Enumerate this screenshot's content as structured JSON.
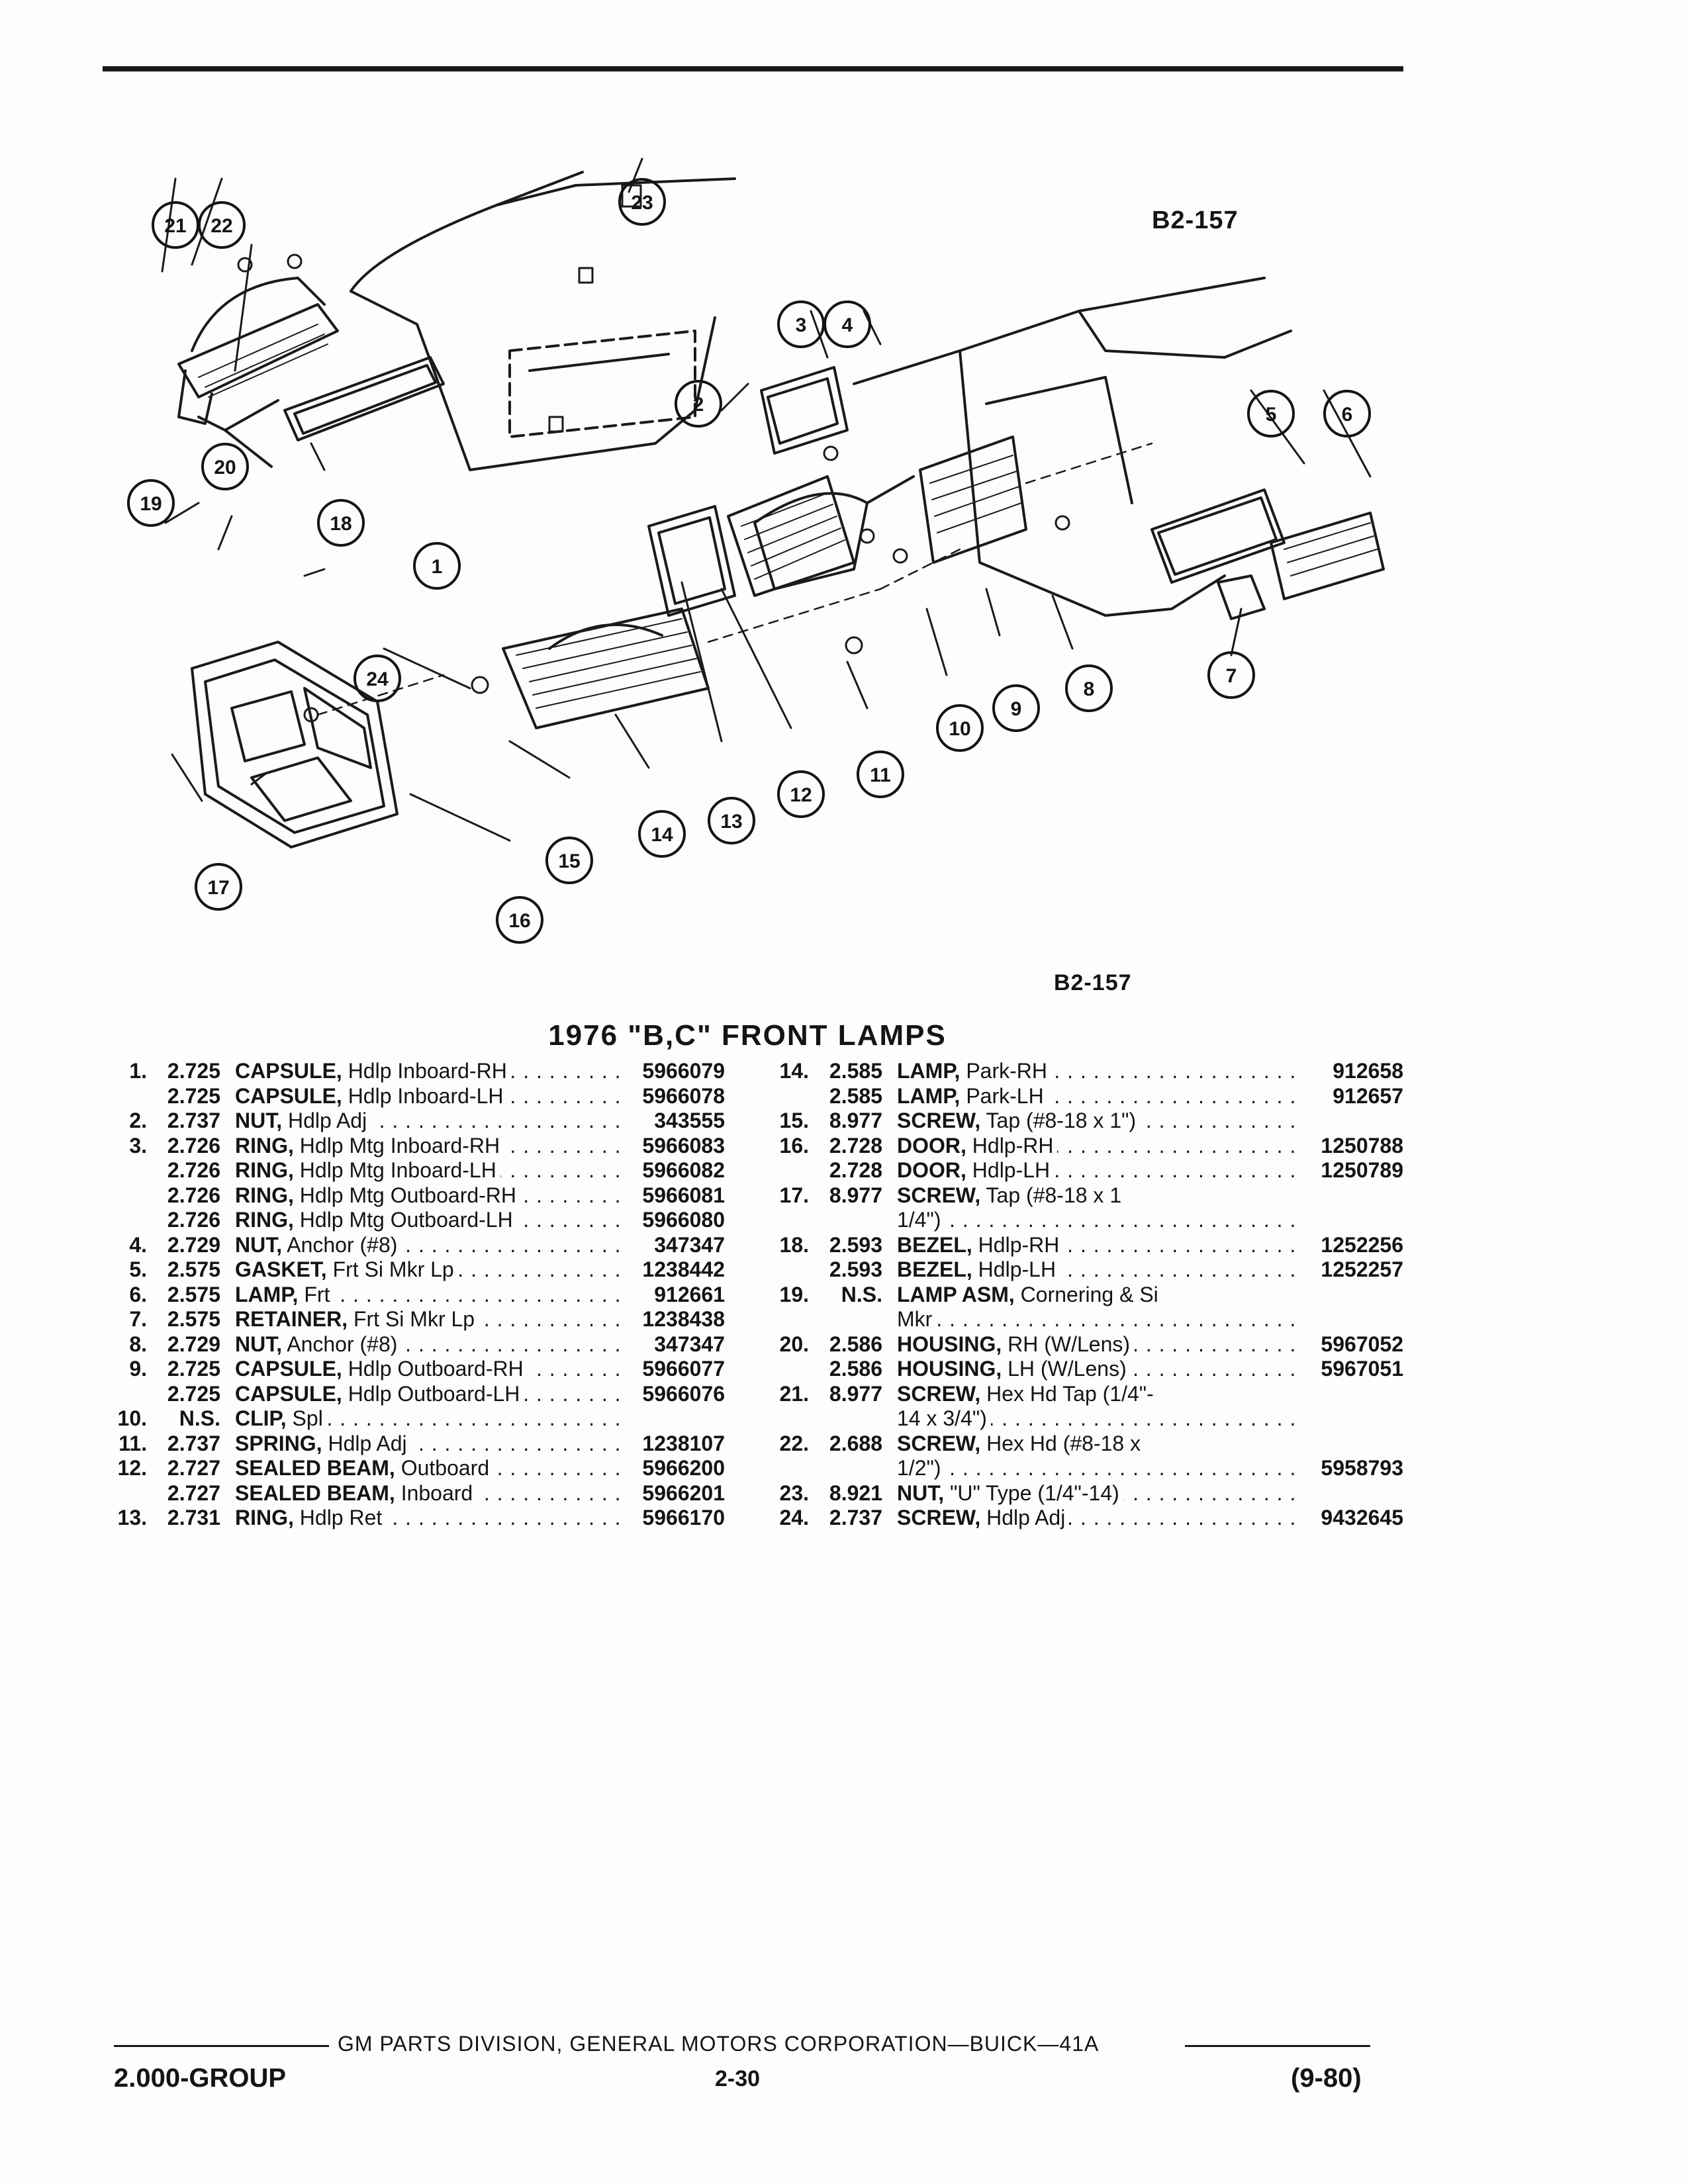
{
  "diagram": {
    "code_top": "B2-157",
    "code_bottom": "B2-157",
    "callouts": [
      "1",
      "2",
      "3",
      "4",
      "5",
      "6",
      "7",
      "8",
      "9",
      "10",
      "11",
      "12",
      "13",
      "14",
      "15",
      "16",
      "17",
      "18",
      "19",
      "20",
      "21",
      "22",
      "23",
      "24"
    ]
  },
  "title": "1976 \"B,C\" FRONT LAMPS",
  "parts_left": [
    {
      "num": "1.",
      "group": "2.725",
      "name": "CAPSULE,",
      "desc": " Hdlp Inboard-RH",
      "part": "5966079"
    },
    {
      "num": "",
      "group": "2.725",
      "name": "CAPSULE,",
      "desc": " Hdlp Inboard-LH",
      "part": "5966078"
    },
    {
      "num": "2.",
      "group": "2.737",
      "name": "NUT,",
      "desc": " Hdlp Adj",
      "part": "343555"
    },
    {
      "num": "3.",
      "group": "2.726",
      "name": "RING,",
      "desc": " Hdlp Mtg Inboard-RH",
      "part": "5966083"
    },
    {
      "num": "",
      "group": "2.726",
      "name": "RING,",
      "desc": " Hdlp Mtg Inboard-LH",
      "part": "5966082"
    },
    {
      "num": "",
      "group": "2.726",
      "name": "RING,",
      "desc": " Hdlp Mtg Outboard-RH",
      "part": "5966081"
    },
    {
      "num": "",
      "group": "2.726",
      "name": "RING,",
      "desc": " Hdlp Mtg Outboard-LH",
      "part": "5966080"
    },
    {
      "num": "4.",
      "group": "2.729",
      "name": "NUT,",
      "desc": " Anchor (#8)",
      "part": "347347"
    },
    {
      "num": "5.",
      "group": "2.575",
      "name": "GASKET,",
      "desc": " Frt Si Mkr Lp",
      "part": "1238442"
    },
    {
      "num": "6.",
      "group": "2.575",
      "name": "LAMP,",
      "desc": " Frt",
      "part": "912661"
    },
    {
      "num": "7.",
      "group": "2.575",
      "name": "RETAINER,",
      "desc": " Frt Si Mkr Lp",
      "part": "1238438"
    },
    {
      "num": "8.",
      "group": "2.729",
      "name": "NUT,",
      "desc": " Anchor (#8)",
      "part": "347347"
    },
    {
      "num": "9.",
      "group": "2.725",
      "name": "CAPSULE,",
      "desc": " Hdlp Outboard-RH",
      "part": "5966077"
    },
    {
      "num": "",
      "group": "2.725",
      "name": "CAPSULE,",
      "desc": " Hdlp Outboard-LH",
      "part": "5966076"
    },
    {
      "num": "10.",
      "group": "N.S.",
      "name": "CLIP,",
      "desc": " Spl",
      "part": ""
    },
    {
      "num": "11.",
      "group": "2.737",
      "name": "SPRING,",
      "desc": " Hdlp Adj",
      "part": "1238107"
    },
    {
      "num": "12.",
      "group": "2.727",
      "name": "SEALED BEAM,",
      "desc": " Outboard",
      "part": "5966200"
    },
    {
      "num": "",
      "group": "2.727",
      "name": "SEALED BEAM,",
      "desc": " Inboard",
      "part": "5966201"
    },
    {
      "num": "13.",
      "group": "2.731",
      "name": "RING,",
      "desc": " Hdlp Ret",
      "part": "5966170"
    }
  ],
  "parts_right": [
    {
      "num": "14.",
      "group": "2.585",
      "name": "LAMP,",
      "desc": " Park-RH",
      "part": "912658"
    },
    {
      "num": "",
      "group": "2.585",
      "name": "LAMP,",
      "desc": " Park-LH",
      "part": "912657"
    },
    {
      "num": "15.",
      "group": "8.977",
      "name": "SCREW,",
      "desc": " Tap (#8-18 x 1\")",
      "part": ""
    },
    {
      "num": "16.",
      "group": "2.728",
      "name": "DOOR,",
      "desc": " Hdlp-RH",
      "part": "1250788"
    },
    {
      "num": "",
      "group": "2.728",
      "name": "DOOR,",
      "desc": " Hdlp-LH",
      "part": "1250789"
    },
    {
      "num": "17.",
      "group": "8.977",
      "name": "SCREW,",
      "desc": " Tap (#8-18 x 1",
      "part": "",
      "nolead": true
    },
    {
      "num": "",
      "group": "",
      "name": "",
      "desc": "1/4\")",
      "part": ""
    },
    {
      "num": "18.",
      "group": "2.593",
      "name": "BEZEL,",
      "desc": " Hdlp-RH",
      "part": "1252256"
    },
    {
      "num": "",
      "group": "2.593",
      "name": "BEZEL,",
      "desc": " Hdlp-LH",
      "part": "1252257"
    },
    {
      "num": "19.",
      "group": "N.S.",
      "name": "LAMP ASM,",
      "desc": " Cornering & Si",
      "part": "",
      "nolead": true
    },
    {
      "num": "",
      "group": "",
      "name": "",
      "desc": "Mkr",
      "part": ""
    },
    {
      "num": "20.",
      "group": "2.586",
      "name": "HOUSING,",
      "desc": " RH (W/Lens)",
      "part": "5967052"
    },
    {
      "num": "",
      "group": "2.586",
      "name": "HOUSING,",
      "desc": " LH (W/Lens)",
      "part": "5967051"
    },
    {
      "num": "21.",
      "group": "8.977",
      "name": "SCREW,",
      "desc": " Hex Hd Tap (1/4\"-",
      "part": "",
      "nolead": true
    },
    {
      "num": "",
      "group": "",
      "name": "",
      "desc": "14 x 3/4\")",
      "part": ""
    },
    {
      "num": "22.",
      "group": "2.688",
      "name": "SCREW,",
      "desc": " Hex Hd (#8-18 x",
      "part": "",
      "nolead": true
    },
    {
      "num": "",
      "group": "",
      "name": "",
      "desc": "1/2\")",
      "part": "5958793"
    },
    {
      "num": "23.",
      "group": "8.921",
      "name": "NUT,",
      "desc": " \"U\" Type (1/4\"-14)",
      "part": ""
    },
    {
      "num": "24.",
      "group": "2.737",
      "name": "SCREW,",
      "desc": " Hdlp Adj",
      "part": "9432645"
    }
  ],
  "footer": {
    "corporation": "GM PARTS DIVISION, GENERAL MOTORS CORPORATION—BUICK—41A",
    "group": "2.000-GROUP",
    "page": "2-30",
    "date": "(9-80)"
  }
}
